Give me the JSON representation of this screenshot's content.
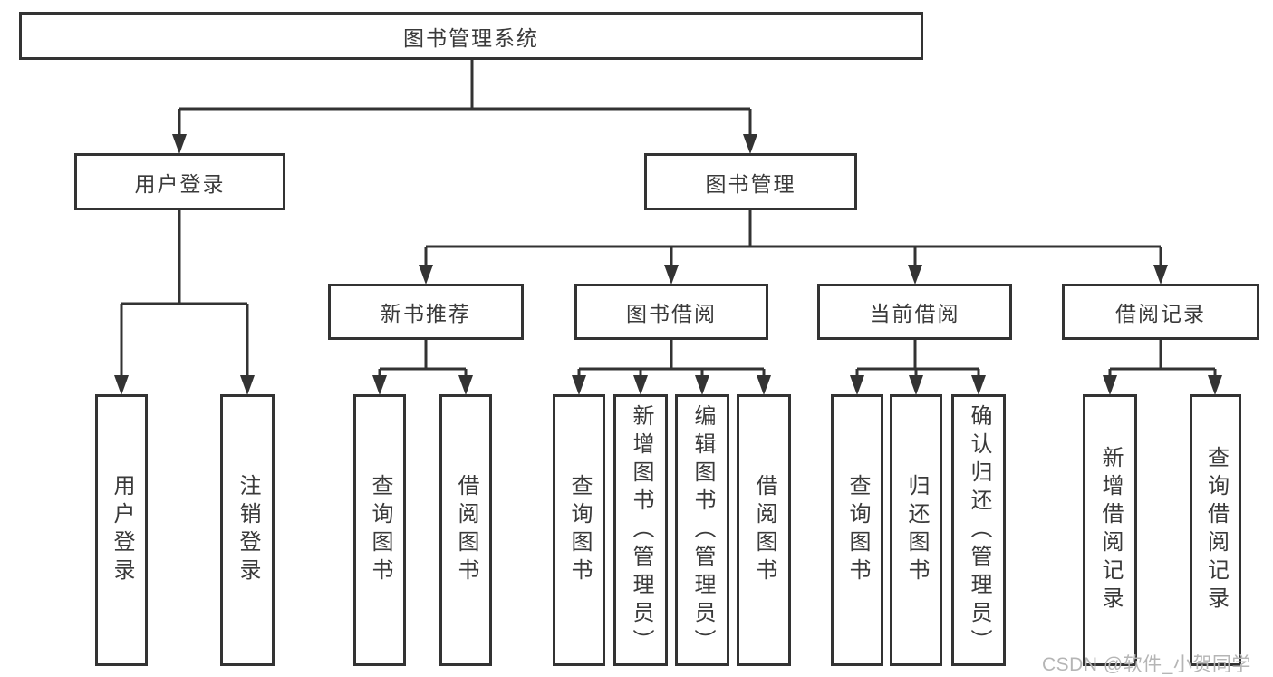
{
  "diagram": {
    "title": "图书管理系统",
    "branches": [
      {
        "label": "用户登录",
        "children": [
          {
            "label": "用户登录"
          },
          {
            "label": "注销登录"
          }
        ]
      },
      {
        "label": "图书管理",
        "children": [
          {
            "label": "新书推荐",
            "children": [
              {
                "label": "查询图书"
              },
              {
                "label": "借阅图书"
              }
            ]
          },
          {
            "label": "图书借阅",
            "children": [
              {
                "label": "查询图书"
              },
              {
                "label": "新增图书（管理员）"
              },
              {
                "label": "编辑图书（管理员）"
              },
              {
                "label": "借阅图书"
              }
            ]
          },
          {
            "label": "当前借阅",
            "children": [
              {
                "label": "查询图书"
              },
              {
                "label": "归还图书"
              },
              {
                "label": "确认归还（管理员）"
              }
            ]
          },
          {
            "label": "借阅记录",
            "children": [
              {
                "label": "新增借阅记录"
              },
              {
                "label": "查询借阅记录"
              }
            ]
          }
        ]
      }
    ],
    "colors": {
      "line": "#333333",
      "text": "#3a3a3a",
      "watermark": "#b5b5b5",
      "background": "#ffffff"
    },
    "watermark": "CSDN @软件_小贺同学"
  }
}
